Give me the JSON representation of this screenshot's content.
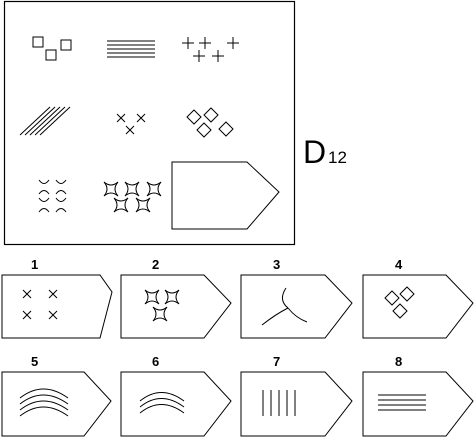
{
  "puzzle": {
    "code_letter": "D",
    "code_number": "12"
  },
  "answers": [
    {
      "label": "1",
      "motif": "four-x-crosses"
    },
    {
      "label": "2",
      "motif": "three-curved-diamond-stars"
    },
    {
      "label": "3",
      "motif": "three-arcs-meeting"
    },
    {
      "label": "4",
      "motif": "three-diamonds"
    },
    {
      "label": "5",
      "motif": "four-arcs"
    },
    {
      "label": "6",
      "motif": "three-arcs"
    },
    {
      "label": "7",
      "motif": "five-vertical-lines"
    },
    {
      "label": "8",
      "motif": "four-horizontal-lines"
    }
  ],
  "matrix": {
    "cells": [
      "three-squares",
      "five-horizontal-lines",
      "five-plus-signs",
      "five-diagonal-lines",
      "three-x-crosses",
      "four-diamonds",
      "four-curved-x-shapes",
      "five-curved-diamond-stars",
      "blank-answer-slot"
    ]
  }
}
